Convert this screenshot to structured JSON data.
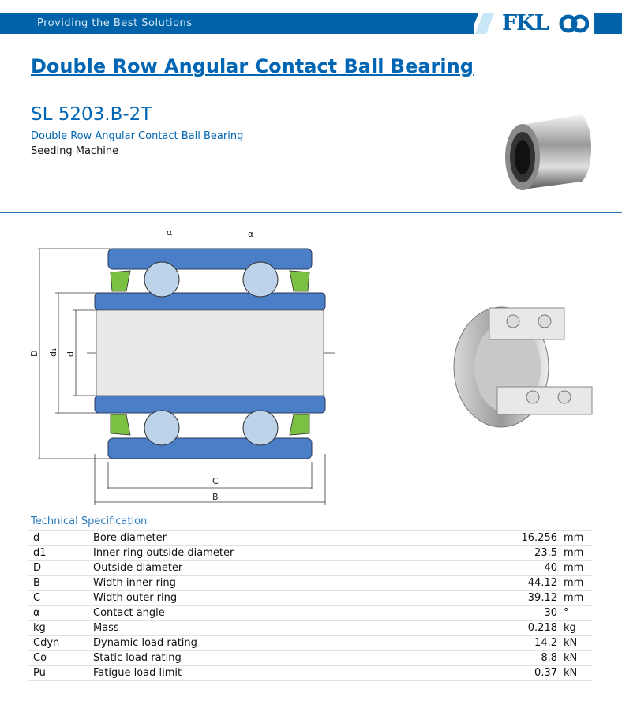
{
  "header": {
    "tagline": "Providing the Best Solutions",
    "logo": "FKL"
  },
  "title": "Double Row Angular Contact Ball Bearing",
  "product": {
    "code": "SL 5203.B-2T",
    "type": "Double Row Angular Contact Ball Bearing",
    "application": "Seeding Machine"
  },
  "drawing": {
    "labels": {
      "D": "D",
      "d1": "d₁",
      "d": "d",
      "C": "C",
      "B": "B",
      "alpha": "α"
    }
  },
  "spec": {
    "heading": "Technical Specification",
    "rows": [
      {
        "symbol": "d",
        "desc": "Bore diameter",
        "value": "16.256",
        "unit": "mm"
      },
      {
        "symbol": "d1",
        "desc": "Inner ring outside diameter",
        "value": "23.5",
        "unit": "mm"
      },
      {
        "symbol": "D",
        "desc": "Outside diameter",
        "value": "40",
        "unit": "mm"
      },
      {
        "symbol": "B",
        "desc": "Width inner ring",
        "value": "44.12",
        "unit": "mm"
      },
      {
        "symbol": "C",
        "desc": "Width outer ring",
        "value": "39.12",
        "unit": "mm"
      },
      {
        "symbol": "α",
        "desc": "Contact angle",
        "value": "30",
        "unit": "°"
      },
      {
        "symbol": "kg",
        "desc": "Mass",
        "value": "0.218",
        "unit": "kg"
      },
      {
        "symbol": "Cdyn",
        "desc": "Dynamic load rating",
        "value": "14.2",
        "unit": "kN"
      },
      {
        "symbol": "Co",
        "desc": "Static load rating",
        "value": "8.8",
        "unit": "kN"
      },
      {
        "symbol": "Pu",
        "desc": "Fatigue load limit",
        "value": "0.37",
        "unit": "kN"
      }
    ]
  }
}
